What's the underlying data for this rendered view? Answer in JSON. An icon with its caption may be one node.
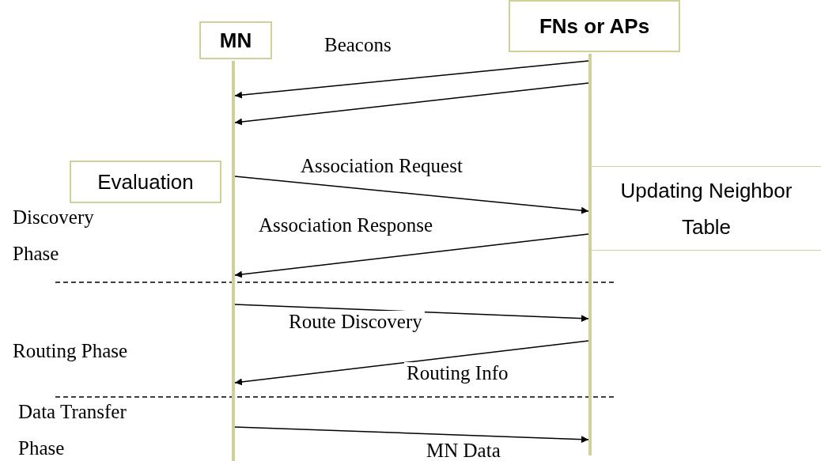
{
  "diagram": {
    "nodes": [
      {
        "text": [
          "MN"
        ]
      },
      {
        "text": [
          "FNs or APs"
        ]
      },
      {
        "text": [],
        "shape": "bar"
      },
      {
        "text": [],
        "shape": "bar"
      },
      {
        "text": [
          "Evaluation"
        ]
      },
      {
        "text": [
          "Updating Neighbor Table"
        ]
      }
    ],
    "edges": [
      {
        "from": 3,
        "to": 2,
        "arrow": "to",
        "label": "Beacons"
      },
      {
        "from": 3,
        "to": 2,
        "arrow": "to"
      },
      {
        "from": 2,
        "to": 3,
        "arrow": "to",
        "label": "Association Request"
      },
      {
        "from": 3,
        "to": 2,
        "arrow": "to",
        "label": "Association Response"
      },
      {
        "from": 2,
        "to": 3,
        "arrow": "to",
        "label": "Route Discovery"
      },
      {
        "from": 3,
        "to": 2,
        "arrow": "to",
        "label": "Routing Info"
      },
      {
        "from": 2,
        "to": 3,
        "arrow": "to",
        "label": "MN Data"
      }
    ],
    "labels": [
      "Discovery Phase",
      "Routing Phase",
      "Data Transfer Phase"
    ]
  }
}
